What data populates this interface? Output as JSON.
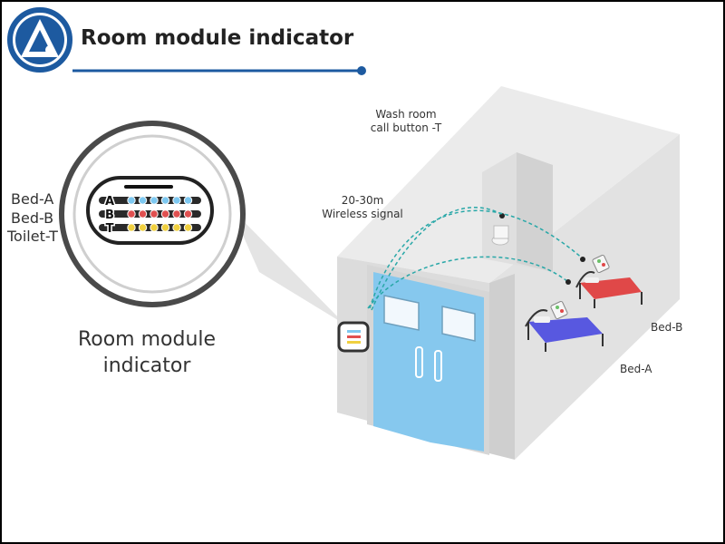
{
  "header": {
    "title": "Room module indicator",
    "logo_icon": "triangle-logo-icon"
  },
  "magnifier": {
    "row_letters": [
      "A",
      "B",
      "T"
    ],
    "row_colors": [
      "#7ec8f0",
      "#e05050",
      "#f0d040"
    ],
    "leds_per_row": 6
  },
  "side_labels": {
    "bed_a": "Bed-A",
    "bed_b": "Bed-B",
    "toilet": "Toilet-T"
  },
  "caption": {
    "line1": "Room module",
    "line2": "indicator"
  },
  "callouts": {
    "washroom_line1": "Wash room",
    "washroom_line2": "call button -T",
    "signal_line1": "20-30m",
    "signal_line2": "Wireless signal",
    "bed_b": "Bed-B",
    "bed_a": "Bed-A"
  },
  "colors": {
    "brand_blue": "#1d5aa0",
    "door": "#86c8ee",
    "signal": "#2aa8a8",
    "bed_red": "#e04848",
    "bed_blue": "#5858e0"
  }
}
